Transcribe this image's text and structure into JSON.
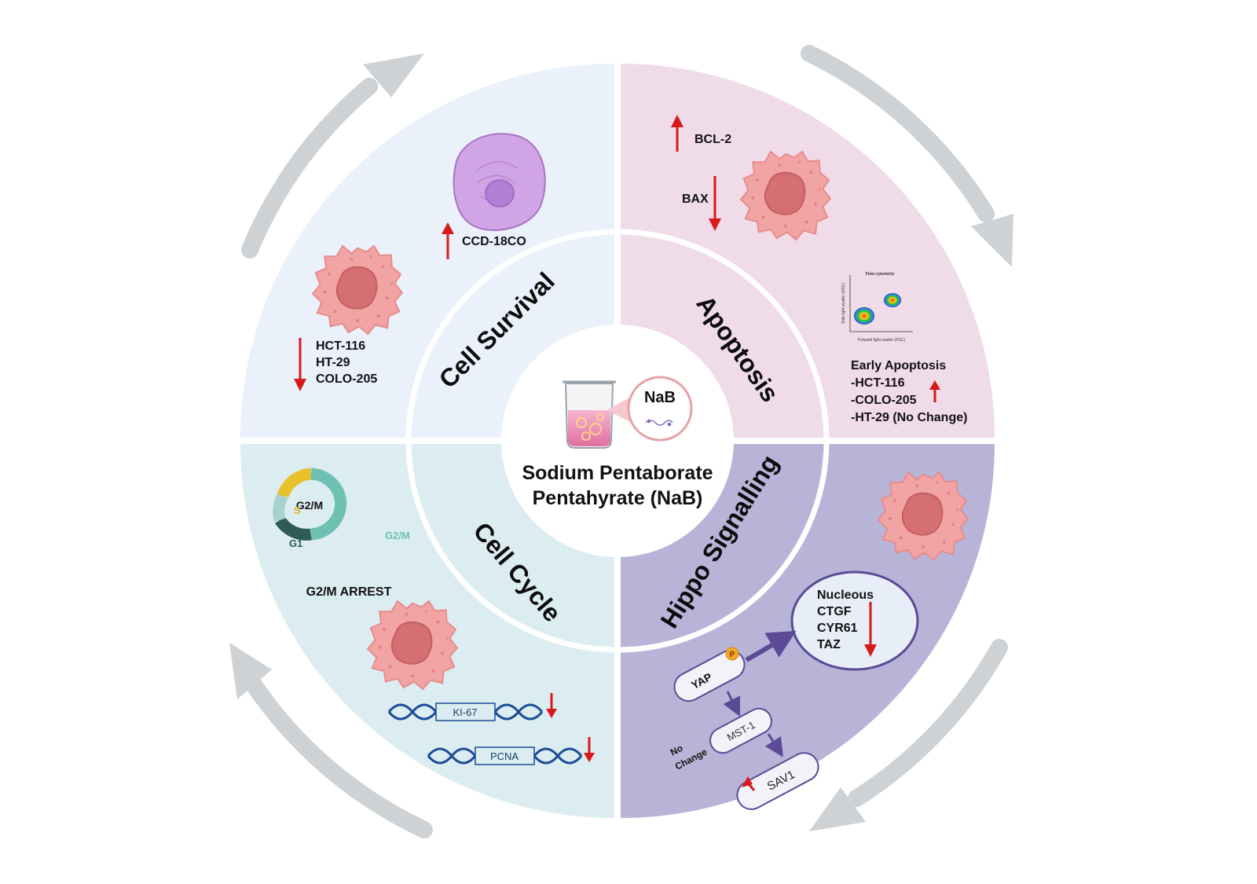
{
  "center": {
    "line1": "Sodium Pentaborate",
    "line2": "Pentahyrate (NaB)",
    "badge": "NaB"
  },
  "quadrants": {
    "cell_survival": {
      "title": "Cell Survival",
      "normal_cell": "CCD-18CO",
      "cancer_lines": [
        "HCT-116",
        "HT-29",
        "COLO-205"
      ]
    },
    "apoptosis": {
      "title": "Apoptosis",
      "up_marker": "BCL-2",
      "down_marker": "BAX",
      "flow_title": "Flow cytometry",
      "flow_xlabel": "Forward light scatter (FSC)",
      "flow_ylabel": "Side light scatter (SSC)",
      "early_title": "Early Apoptosis",
      "early_lines": [
        "-HCT-116",
        "-COLO-205",
        "-HT-29 (No Change)"
      ]
    },
    "cell_cycle": {
      "title": "Cell Cycle",
      "phase_s": "S",
      "phase_g1": "G1",
      "phase_g2m_outer": "G2/M",
      "phase_g2m_center": "G2/M",
      "arrest": "G2/M ARREST",
      "gene1": "KI-67",
      "gene2": "PCNA"
    },
    "hippo": {
      "title": "Hippo Signalling",
      "nucleus_lines": [
        "Nucleous",
        "CTGF",
        "CYR61",
        "TAZ"
      ],
      "yap": "YAP",
      "p_badge": "P",
      "mst": "MST-1",
      "sav": "SAV1",
      "no_change": [
        "No",
        "Change"
      ]
    }
  },
  "colors": {
    "survival_bg": "#eaf1fa",
    "apoptosis_bg": "#f0dbe8",
    "cellcycle_bg": "#dcedf1",
    "hippo_bg": "#b8b4d8",
    "arrow_red": "#d9181c",
    "outer_arrows": "#cfd2d5",
    "dna_blue": "#1b4d96",
    "cancer_cell": "#f2a3a3",
    "normal_cell": "#d1a4e6"
  }
}
